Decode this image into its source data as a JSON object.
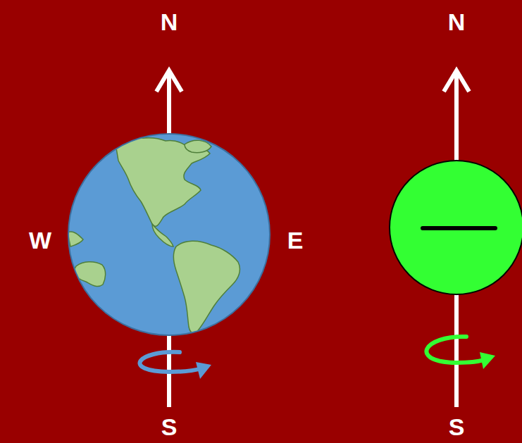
{
  "diagram": {
    "labels": [
      "N",
      "S",
      "W",
      "E",
      "N",
      "S"
    ]
  }
}
